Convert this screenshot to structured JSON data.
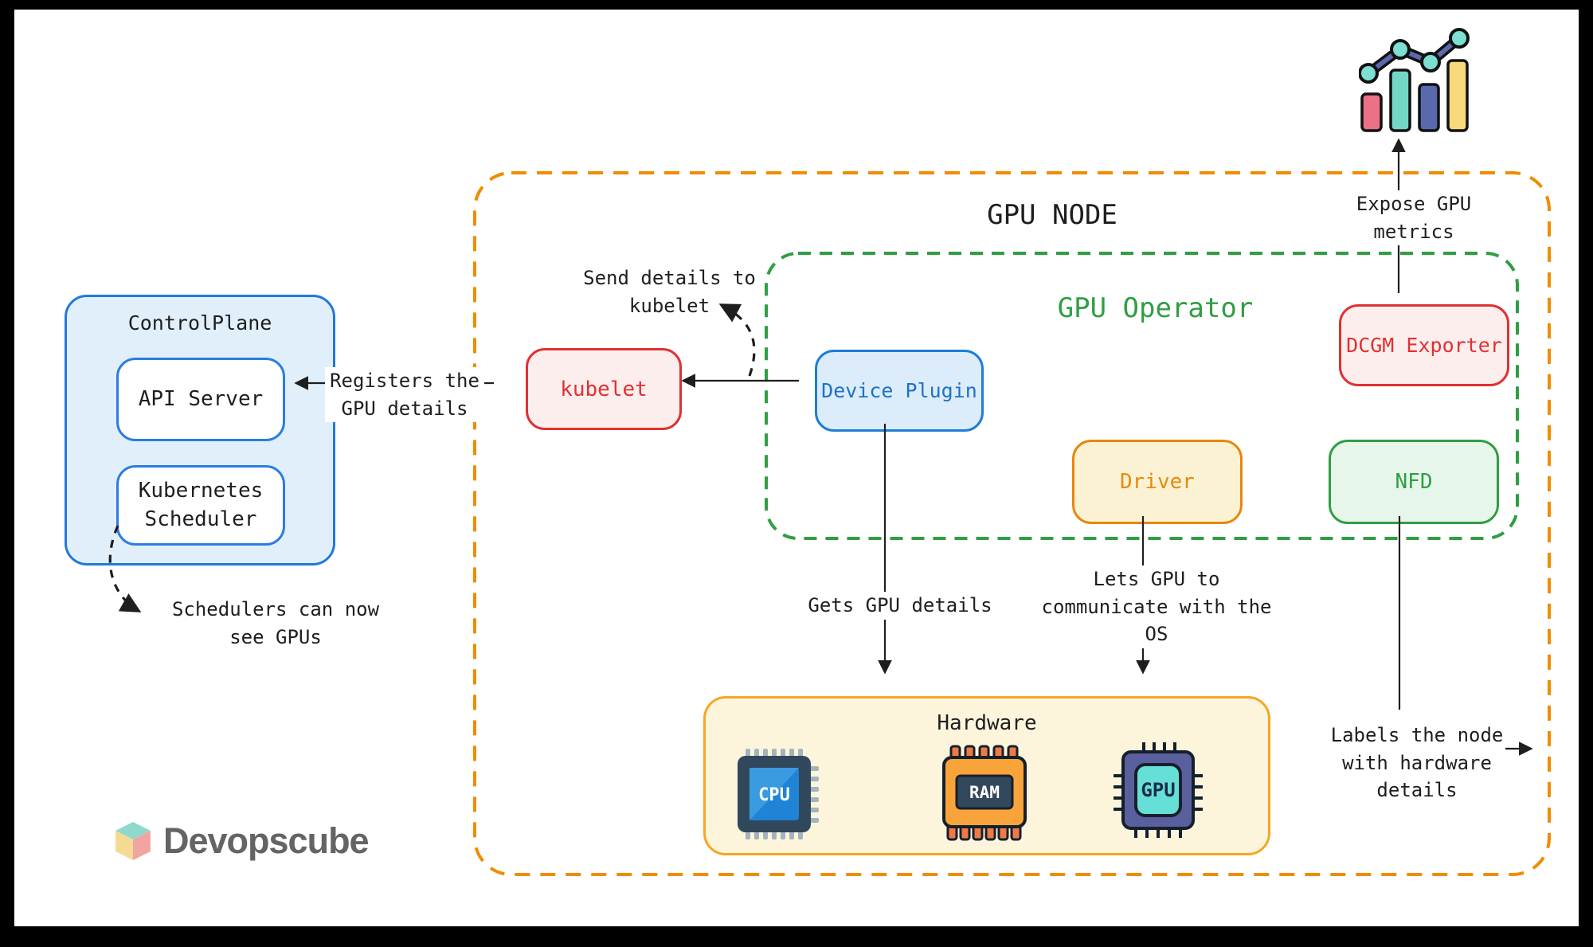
{
  "titles": {
    "gpu_node": "GPU NODE",
    "gpu_operator": "GPU Operator",
    "control_plane": "ControlPlane",
    "hardware": "Hardware"
  },
  "boxes": {
    "api_server": "API Server",
    "scheduler": "Kubernetes\nScheduler",
    "kubelet": "kubelet",
    "device_plugin": "Device Plugin",
    "driver": "Driver",
    "nfd": "NFD",
    "dcgm_exporter": "DCGM Exporter"
  },
  "annotations": {
    "registers": "Registers the\nGPU details",
    "send_details": "Send details to\nkubelet",
    "schedulers_see": "Schedulers can now\nsee GPUs",
    "expose_metrics": "Expose GPU\nmetrics",
    "gets_gpu": "Gets GPU details",
    "lets_gpu": "Lets GPU to\ncommunicate with the\nOS",
    "labels_node": "Labels the node\nwith hardware\ndetails"
  },
  "hardware_chips": [
    {
      "label": "CPU"
    },
    {
      "label": "RAM"
    },
    {
      "label": "GPU"
    }
  ],
  "logo": {
    "text": "Devopscube"
  },
  "icons": {
    "metrics_chart": "bar-line-chart-icon",
    "logo_cube": "isometric-cube-icon"
  },
  "colors": {
    "gpu_node_border": "#f08c00",
    "gpu_operator_green": "#2f9e44",
    "blue": "#1c7ed6",
    "red": "#e03131",
    "driver_orange": "#e8860d",
    "hardware_border": "#f5a623",
    "chart_pink": "#ec7086",
    "chart_teal": "#74d7c6",
    "chart_indigo": "#5a69ae",
    "chart_yellow": "#f8d97a",
    "text": "#1e1e1e"
  }
}
